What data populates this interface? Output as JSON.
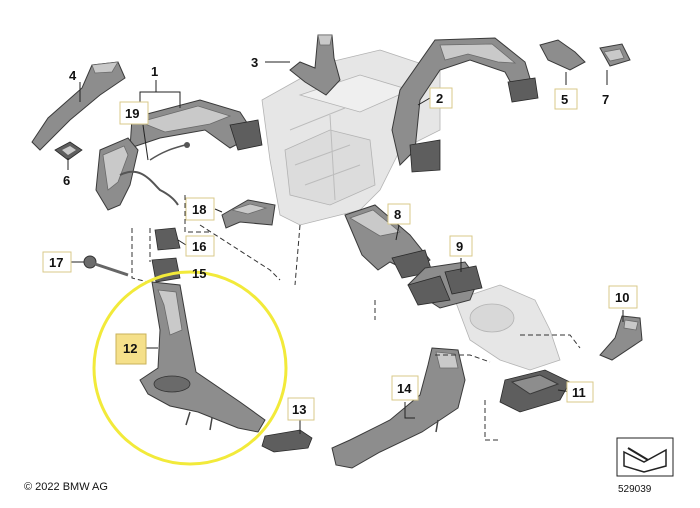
{
  "callouts": {
    "c1": "1",
    "c2": "2",
    "c3": "3",
    "c4": "4",
    "c5": "5",
    "c6": "6",
    "c7": "7",
    "c8": "8",
    "c9": "9",
    "c10": "10",
    "c11": "11",
    "c12": "12",
    "c13": "13",
    "c14": "14",
    "c15": "15",
    "c16": "16",
    "c17": "17",
    "c18": "18",
    "c19": "19"
  },
  "copyright": "© 2022 BMW AG",
  "diagram_number": "529039",
  "highlight": {
    "part": "12",
    "circle_color": "#f2ea3a",
    "label_fill": "#f5e08a"
  }
}
